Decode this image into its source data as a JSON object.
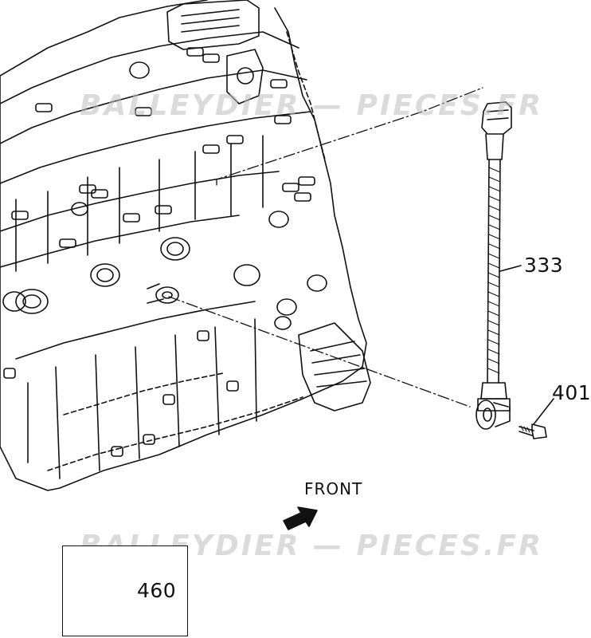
{
  "diagram": {
    "watermark_top": "BALLEYDIER — PIECES.FR",
    "watermark_bottom": "BALLEYDIER — PIECES.FR",
    "direction_label": "FRONT",
    "parts": [
      {
        "ref": "333"
      },
      {
        "ref": "401"
      },
      {
        "ref": "460"
      }
    ],
    "colors": {
      "line": "#111111",
      "background": "#ffffff",
      "watermark": "#bebebe"
    }
  }
}
